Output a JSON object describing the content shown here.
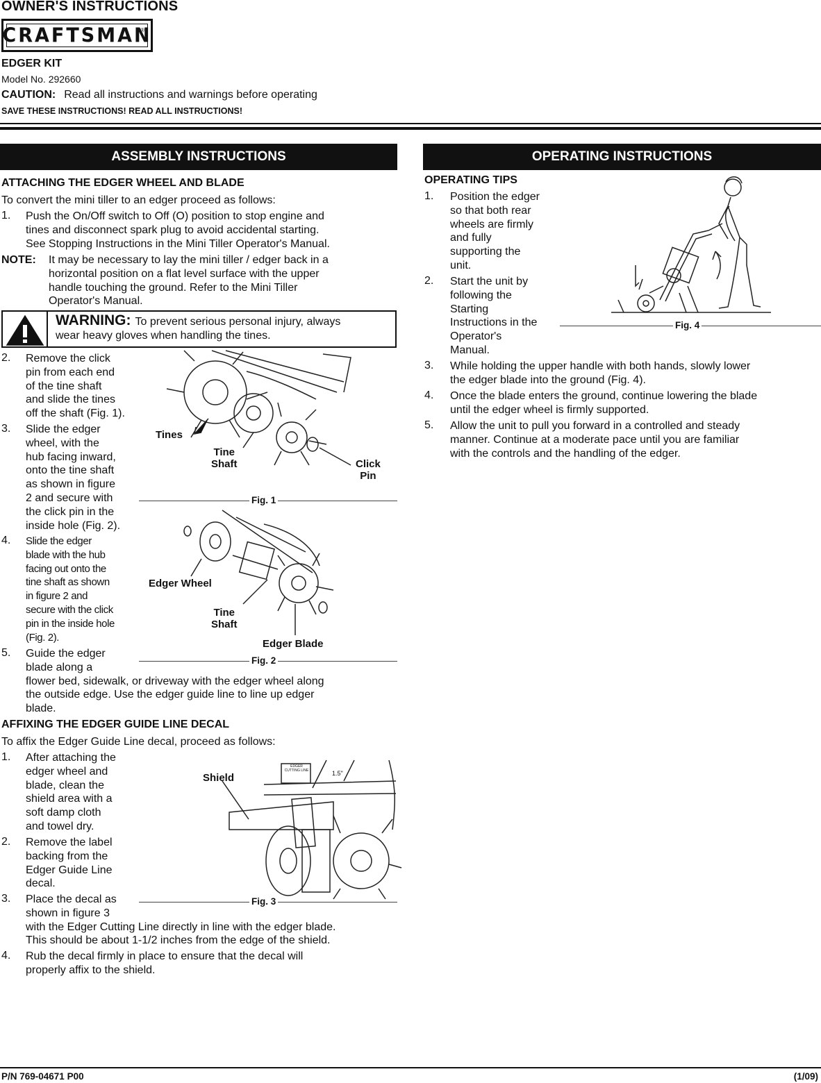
{
  "header": {
    "doc_title": "OWNER'S INSTRUCTIONS",
    "brand": "CRAFTSMAN",
    "product": "EDGER KIT",
    "model": "Model No. 292660",
    "caution_label": "CAUTION:",
    "caution_text": "Read all instructions and warnings before operating",
    "save_notice": "SAVE THESE INSTRUCTIONS! READ ALL INSTRUCTIONS!"
  },
  "assembly": {
    "banner": "ASSEMBLY INSTRUCTIONS",
    "attach_heading": "ATTACHING THE EDGER WHEEL AND BLADE",
    "attach_intro": "To convert the mini tiller to an edger proceed as follows:",
    "steps": [
      {
        "n": "1.",
        "lines": [
          "Push the On/Off switch to Off (O) position to stop engine and",
          "tines and disconnect spark plug to avoid accidental starting.",
          "See Stopping Instructions in the Mini Tiller Operator's Manual."
        ]
      },
      {
        "n": "2.",
        "lines": [
          "Remove the click",
          "pin from each end",
          "of the tine shaft",
          "and slide the tines",
          "off the shaft (Fig. 1)."
        ]
      },
      {
        "n": "3.",
        "lines": [
          "Slide the edger",
          "wheel, with the",
          "hub facing inward,",
          "onto the tine shaft",
          "as shown in figure",
          "2 and secure with",
          "the click pin in the",
          "inside hole (Fig. 2)."
        ]
      },
      {
        "n": "4.",
        "lines": [
          "Slide the edger",
          "blade with the hub",
          "facing out onto the",
          "tine shaft as shown",
          "in figure 2 and",
          "secure with the click",
          "pin in the inside hole",
          "(Fig. 2)."
        ]
      },
      {
        "n": "5.",
        "lines": [
          "Guide the edger",
          "blade along a",
          "flower bed, sidewalk, or driveway with the edger wheel along",
          "the outside edge. Use the edger guide line to line up edger",
          "blade."
        ]
      }
    ],
    "note_label": "NOTE:",
    "note_lines": [
      "It may be necessary to lay the mini tiller / edger back in a",
      "horizontal position on a flat level surface with the upper",
      "handle touching the ground. Refer to the Mini Tiller",
      "Operator's Manual."
    ],
    "warning_label": "WARNING:",
    "warning_lines": [
      "To prevent serious personal injury, always",
      "wear heavy gloves when handling the tines."
    ],
    "decal_heading": "AFFIXING THE EDGER GUIDE LINE DECAL",
    "decal_intro": "To affix the Edger Guide Line decal, proceed as follows:",
    "decal_steps": [
      {
        "n": "1.",
        "lines": [
          "After attaching the",
          "edger wheel and",
          "blade, clean the",
          "shield area with a",
          "soft damp cloth",
          "and towel dry."
        ]
      },
      {
        "n": "2.",
        "lines": [
          "Remove the label",
          "backing from the",
          "Edger Guide Line",
          "decal."
        ]
      },
      {
        "n": "3.",
        "lines": [
          "Place the decal as",
          "shown in figure 3",
          "with the Edger Cutting Line directly in line with the edger blade.",
          "This should be about 1-1/2 inches from the edge of the shield."
        ]
      },
      {
        "n": "4.",
        "lines": [
          "Rub the decal firmly in place to ensure that the decal will",
          "properly affix to the shield."
        ]
      }
    ]
  },
  "figures": {
    "fig1": {
      "label": "Fig. 1",
      "callouts": {
        "tines": "Tines",
        "tine_shaft_1": "Tine",
        "tine_shaft_2": "Shaft",
        "click_pin_1": "Click",
        "click_pin_2": "Pin"
      }
    },
    "fig2": {
      "label": "Fig. 2",
      "callouts": {
        "edger_wheel": "Edger Wheel",
        "tine_shaft_1": "Tine",
        "tine_shaft_2": "Shaft",
        "edger_blade": "Edger Blade"
      }
    },
    "fig3": {
      "label": "Fig. 3",
      "callouts": {
        "shield": "Shield",
        "decal_1": "EDGER",
        "decal_2": "CUTTING LINE",
        "measure": "1.5\""
      }
    },
    "fig4": {
      "label": "Fig. 4"
    }
  },
  "operating": {
    "banner": "OPERATING INSTRUCTIONS",
    "heading": "OPERATING TIPS",
    "steps": [
      {
        "n": "1.",
        "lines": [
          "Position the edger",
          "so that both rear",
          "wheels are firmly",
          "and fully",
          "supporting the",
          "unit."
        ]
      },
      {
        "n": "2.",
        "lines": [
          "Start the unit by",
          "following the",
          "Starting",
          "Instructions in the",
          "Operator's",
          "Manual."
        ]
      },
      {
        "n": "3.",
        "lines": [
          "While holding the upper handle with both hands, slowly lower",
          "the edger blade into the ground (Fig. 4)."
        ]
      },
      {
        "n": "4.",
        "lines": [
          "Once the blade enters the ground, continue lowering the blade",
          "until the edger wheel is firmly supported."
        ]
      },
      {
        "n": "5.",
        "lines": [
          "Allow the unit to pull you forward in a controlled and steady",
          "manner.  Continue at a moderate pace until you are familiar",
          "with the controls and the handling of the edger."
        ]
      }
    ]
  },
  "footer": {
    "part_number": "P/N 769-04671 P00",
    "date": "(1/09)"
  }
}
